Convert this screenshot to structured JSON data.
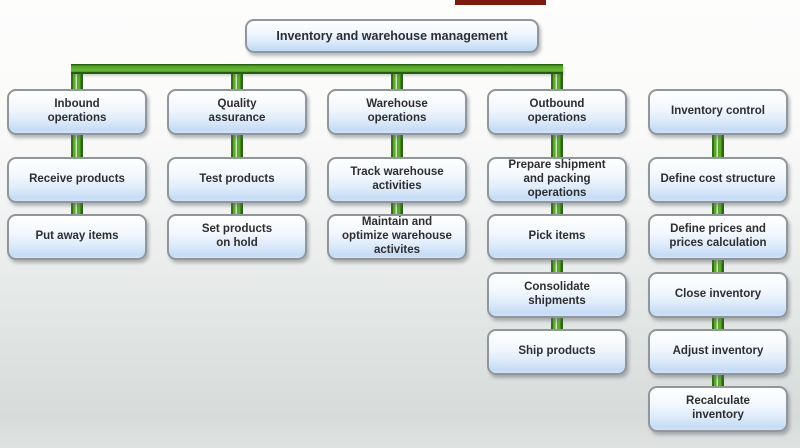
{
  "root": {
    "label": "Inventory and warehouse management"
  },
  "columns": [
    {
      "header": "Inbound operations",
      "items": [
        "Receive products",
        "Put away items"
      ],
      "connected_to_root": true
    },
    {
      "header": "Quality assurance",
      "items": [
        "Test products",
        "Set products on hold"
      ],
      "connected_to_root": true
    },
    {
      "header": "Warehouse operations",
      "items": [
        "Track warehouse activities",
        "Maintain and optimize warehouse activites"
      ],
      "connected_to_root": true
    },
    {
      "header": "Outbound operations",
      "items": [
        "Prepare shipment and packing operations",
        "Pick items",
        "Consolidate shipments",
        "Ship products"
      ],
      "connected_to_root": true
    },
    {
      "header": "Inventory control",
      "items": [
        "Define cost structure",
        "Define prices and prices calculation",
        "Close inventory",
        "Adjust inventory",
        "Recalculate inventory"
      ],
      "connected_to_root": false
    }
  ],
  "colors": {
    "box_fill_top": "#feffff",
    "box_fill_bottom": "#c6dcf5",
    "box_border": "#909699",
    "connector_dark_green": "#2c6410",
    "connector_bright_green": "#5aa92e",
    "connector_pale_green": "#cde6b4",
    "text": "#2e2e30",
    "background_top": "#fdfdfc",
    "background_bottom": "#d7dbda",
    "top_artifact_bar": "#7d1a10"
  }
}
